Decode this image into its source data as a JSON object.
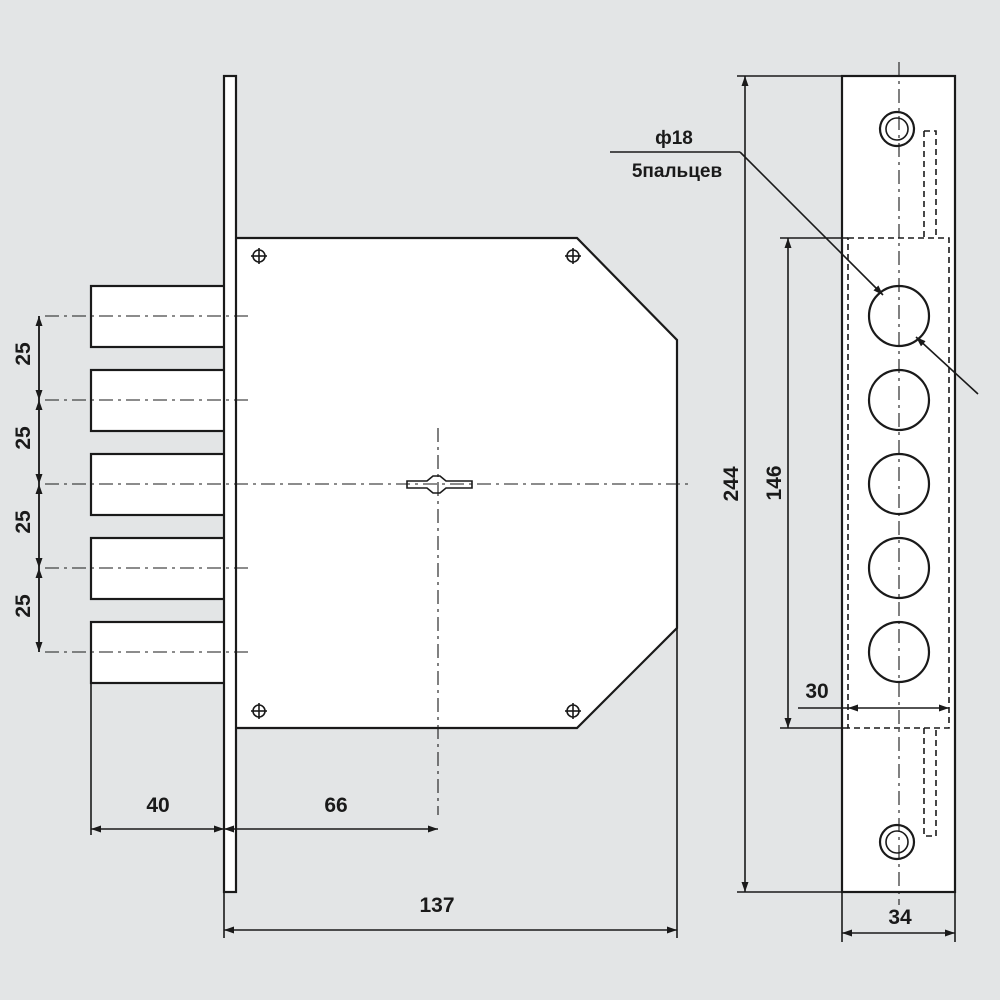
{
  "dimensions": {
    "bolt_spacing_1": "25",
    "bolt_spacing_2": "25",
    "bolt_spacing_3": "25",
    "bolt_spacing_4": "25",
    "bolt_projection": "40",
    "backset": "66",
    "case_depth": "137",
    "faceplate_height": "244",
    "bolt_zone_height": "146",
    "bolt_zone_width": "30",
    "faceplate_width": "34"
  },
  "callout": {
    "diameter": "ф18",
    "fingers": "5пальцев"
  },
  "colors": {
    "background": "#e3e5e6",
    "line": "#1a1a1a",
    "part_fill": "#ffffff"
  }
}
